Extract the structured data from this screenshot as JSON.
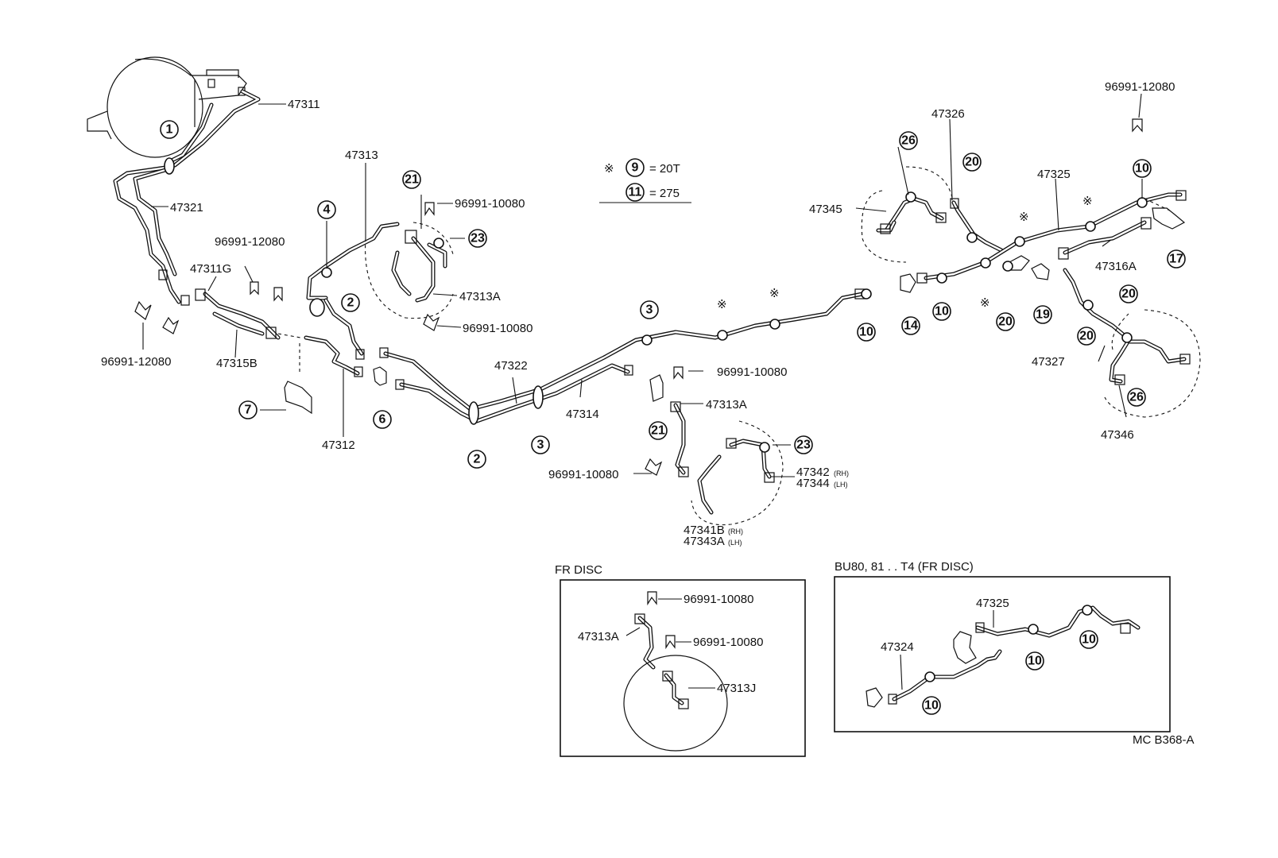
{
  "parts": {
    "p47311": "47311",
    "p47321": "47321",
    "p96991_12080_a": "96991-12080",
    "p47311G": "47311G",
    "p96991_12080_b": "96991-12080",
    "p47315B": "47315B",
    "p47313": "47313",
    "p96991_10080_a": "96991-10080",
    "p47313A_top": "47313A",
    "p96991_10080_b": "96991-10080",
    "p47312": "47312",
    "p47322": "47322",
    "p47314": "47314",
    "p96991_10080_c": "96991-10080",
    "p47313A_mid": "47313A",
    "p96991_10080_d": "96991-10080",
    "p47342": "47342",
    "p47344": "47344",
    "p47341B": "47341B",
    "p47343A": "47343A",
    "rh": "(RH)",
    "lh": "(LH)",
    "p47345": "47345",
    "p47326": "47326",
    "p47325": "47325",
    "p96991_12080_c": "96991-12080",
    "p47316A": "47316A",
    "p47327": "47327",
    "p47346": "47346"
  },
  "callouts": {
    "c1": "1",
    "c2a": "2",
    "c2b": "2",
    "c3a": "3",
    "c3b": "3",
    "c4": "4",
    "c6": "6",
    "c7": "7",
    "c10a": "10",
    "c10b": "10",
    "c10c": "10",
    "c14": "14",
    "c17": "17",
    "c19": "19",
    "c20a": "20",
    "c20b": "20",
    "c20c": "20",
    "c20d": "20",
    "c21a": "21",
    "c21b": "21",
    "c23a": "23",
    "c23b": "23",
    "c26a": "26",
    "c26b": "26"
  },
  "legend": {
    "mark": "※",
    "n9": "9",
    "v9": "= 20T",
    "n11": "11",
    "v11": "= 275"
  },
  "inset_fr_disc": {
    "title": "FR DISC",
    "p96991_10080_a": "96991-10080",
    "p96991_10080_b": "96991-10080",
    "p47313A": "47313A",
    "p47313J": "47313J"
  },
  "inset_bu80": {
    "title": "BU80, 81 . . T4 (FR DISC)",
    "p47325": "47325",
    "p47324": "47324",
    "c10a": "10",
    "c10b": "10",
    "c10c": "10"
  },
  "diagram_code": "MC B368-A"
}
